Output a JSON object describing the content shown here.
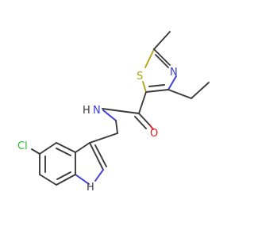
{
  "molecule": {
    "atoms": {
      "sulfur": "S",
      "thiazole_nitrogen": "N",
      "amide_nitrogen": "N",
      "amide_hydrogen": "H",
      "oxygen": "O",
      "chlorine": "Cl",
      "indole_nh": "H"
    },
    "colors": {
      "carbon_bond": "#3a3a3a",
      "sulfur": "#b3a415",
      "nitrogen": "#3b3bd6",
      "oxygen": "#e02020",
      "chlorine": "#2fb52f",
      "background": "#ffffff"
    }
  }
}
